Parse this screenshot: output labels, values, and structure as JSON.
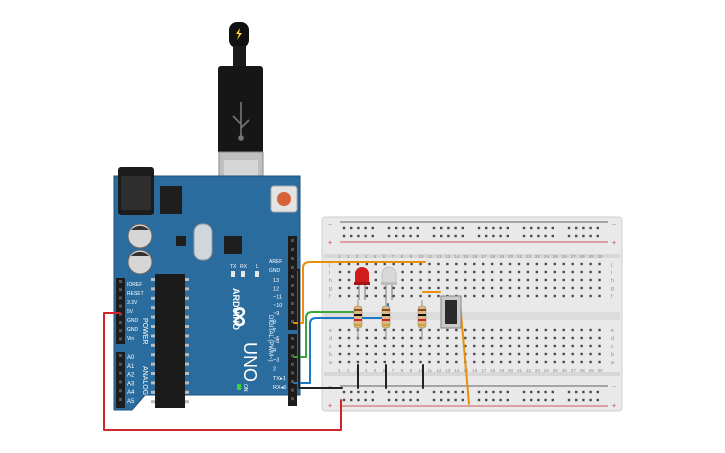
{
  "board": {
    "brand": "ARDUINO",
    "model": "UNO",
    "logo_symbol": "∞",
    "ioref": "IOREF",
    "reset": "RESET",
    "v33": "3.3V",
    "v5": "5V",
    "gnd1": "GND",
    "gnd2": "GND",
    "vin": "Vin",
    "power": "POWER",
    "analog_in": "ANALOG IN",
    "a_pins": [
      "A0",
      "A1",
      "A2",
      "A3",
      "A4",
      "A5"
    ],
    "aref": "AREF",
    "gnd_top": "GND",
    "digital_label": "DIGITAL (PWM~)",
    "d_pins": [
      "13",
      "12",
      "~11",
      "~10",
      "~9",
      "8",
      "7",
      "~6",
      "~5",
      "4",
      "~3",
      "2",
      "TX▸1",
      "RX◂0"
    ],
    "tx_led": "TX",
    "rx_led": "RX",
    "l_led": "L",
    "on_led": "ON"
  },
  "breadboard": {
    "rail_minus": "−",
    "rail_plus": "+",
    "rows_left": [
      "a",
      "b",
      "c",
      "d",
      "e"
    ],
    "rows_right": [
      "f",
      "g",
      "h",
      "i",
      "j"
    ],
    "columns": [
      "1",
      "2",
      "3",
      "4",
      "5",
      "6",
      "7",
      "8",
      "9",
      "10",
      "11",
      "12",
      "13",
      "14",
      "15",
      "16",
      "17",
      "18",
      "19",
      "20",
      "21",
      "22",
      "23",
      "24",
      "25",
      "26",
      "27",
      "28",
      "29",
      "30"
    ]
  },
  "colors": {
    "board": "#2b6c9e",
    "breadboard": "#e9e9e9",
    "wire_orange": "#e8900c",
    "wire_green": "#3aa53a",
    "wire_blue": "#1a7ac9",
    "wire_red": "#d0252b",
    "wire_black": "#222222",
    "led_red": "#d01c1c",
    "led_white": "#d8d8d8"
  },
  "icons": {
    "usb": "usb-icon",
    "lightning": "lightning-icon",
    "logo": "arduino-infinity-logo"
  }
}
